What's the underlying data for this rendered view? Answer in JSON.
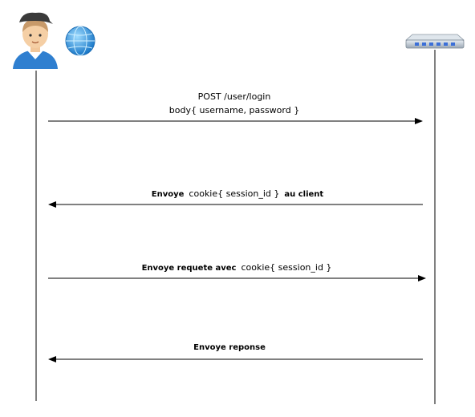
{
  "actors": {
    "client": {
      "icon": "user-avatar-icon"
    },
    "globe": {
      "icon": "globe-icon"
    },
    "server": {
      "icon": "network-switch-icon"
    }
  },
  "messages": [
    {
      "direction": "right",
      "line1": "POST /user/login",
      "line2": "body{ username, password }"
    },
    {
      "direction": "left",
      "bold_a": "Envoye",
      "normal": "cookie{ session_id }",
      "bold_b": "au client"
    },
    {
      "direction": "right",
      "bold_a": "Envoye requete avec",
      "normal": "cookie{ session_id }"
    },
    {
      "direction": "left",
      "bold_a": "Envoye reponse"
    }
  ],
  "colors": {
    "line": "#000000",
    "cap": "#3a3a3a",
    "hair": "#c89a6a",
    "shirt": "#2f7fd0",
    "globe": "#2a8fd6"
  }
}
